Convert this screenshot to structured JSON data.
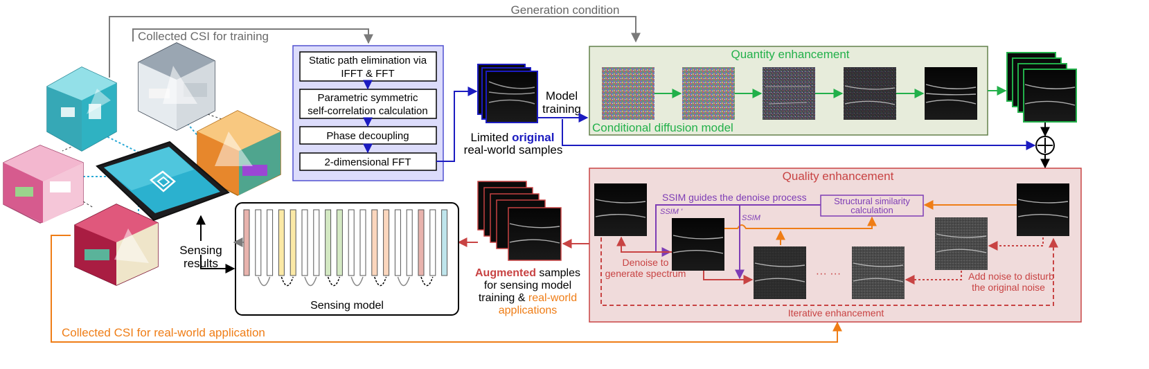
{
  "labels": {
    "generation_condition": "Generation condition",
    "collected_training": "Collected CSI for training",
    "collected_realworld": "Collected CSI for real-world application",
    "model_training_1": "Model",
    "model_training_2": "training",
    "limited_1a": "Limited",
    "limited_1b": "original",
    "limited_2": "real-world samples",
    "sensing_results_1": "Sensing",
    "sensing_results_2": "results",
    "sensing_model": "Sensing model",
    "augmented_1a": "Augmented",
    "augmented_1b": " samples",
    "augmented_2": "for sensing model",
    "augmented_3a": "training & ",
    "augmented_3b": "real-world",
    "augmented_4": "applications"
  },
  "pipeline": {
    "step1_line1": "Static path elimination via",
    "step1_line2": "IFFT & FFT",
    "step2_line1": "Parametric symmetric",
    "step2_line2": "self-correlation calculation",
    "step3": "Phase decoupling",
    "step4": "2-dimensional FFT"
  },
  "quantity": {
    "title": "Quantity enhancement",
    "subtitle": "Conditional diffusion model"
  },
  "quality": {
    "title": "Quality enhancement",
    "ssim_guides": "SSIM guides the denoise process",
    "ssim_prime": "SSIM '",
    "ssim": "SSIM",
    "structural_1": "Structural similarity",
    "structural_2": "calculation",
    "denoise_1": "Denoise to",
    "denoise_2": "generate spectrum",
    "ellipsis": "··· ···",
    "add_noise_1": "Add noise to disturb",
    "add_noise_2": "the original noise",
    "iterative": "Iterative enhancement"
  },
  "colors": {
    "blue": "#1b1bc0",
    "green": "#22b04a",
    "orange": "#ef7d16",
    "red": "#c84343",
    "purple": "#7d3cb5",
    "gray": "#7a7a7a"
  }
}
